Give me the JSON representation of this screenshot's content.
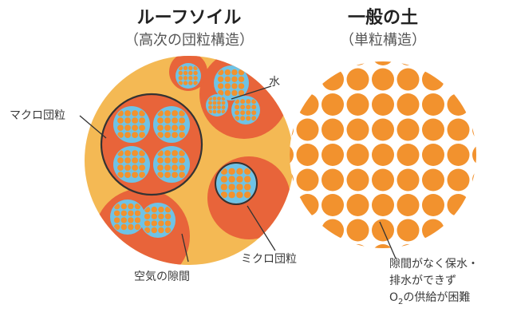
{
  "roof_soil": {
    "title": "ルーフソイル",
    "subtitle": "（高次の団粒構造）"
  },
  "normal_soil": {
    "title": "一般の土",
    "subtitle": "（単粒構造）"
  },
  "labels": {
    "water": "水",
    "macro_aggregate": "マクロ団粒",
    "micro_aggregate": "ミクロ団粒",
    "air_gap": "空気の隙間"
  },
  "note": {
    "line1": "隙間がなく保水・",
    "line2": "排水ができず",
    "line3_prefix": "O",
    "line3_sub": "2",
    "line3_suffix": "の供給が困難"
  },
  "colors": {
    "pore_yellow": "#F4B954",
    "aggregate_red": "#E8643A",
    "water_blue": "#6EC3E6",
    "particle_orange": "#F2922E",
    "outline": "#333333"
  }
}
